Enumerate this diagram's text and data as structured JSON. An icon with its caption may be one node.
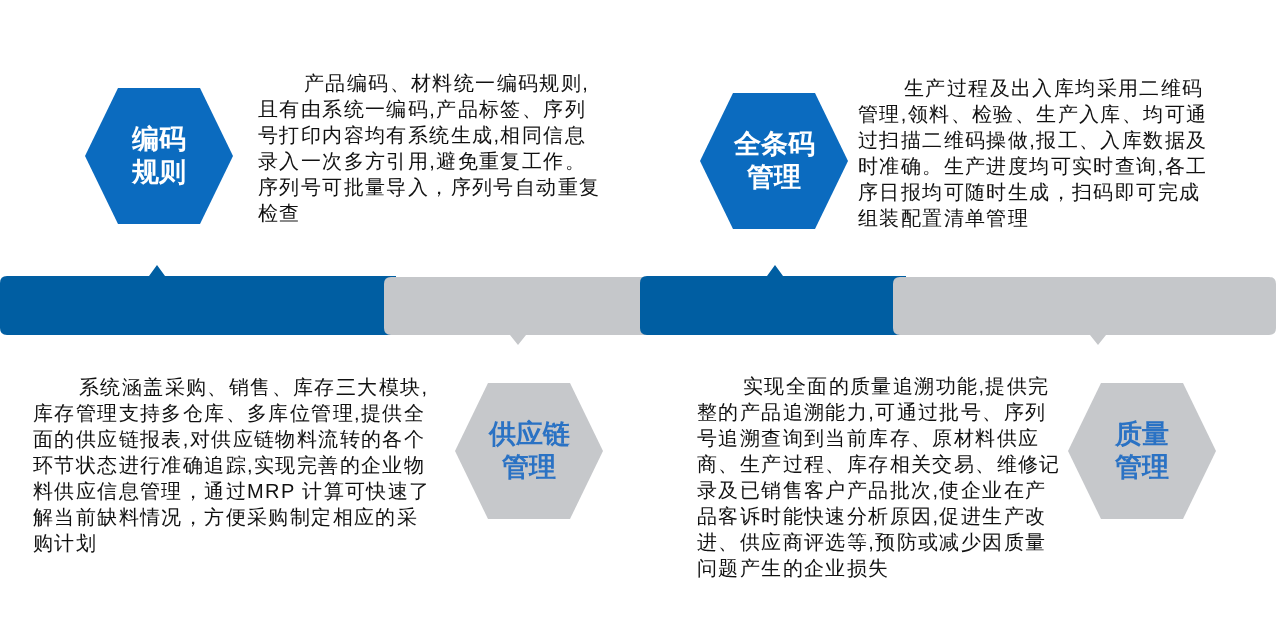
{
  "diagram": {
    "nodes": [
      {
        "text": [
          "编码规则"
        ],
        "beside": [
          "产品编码、材料统一编码规则,且有由系统一编码,产品标签、序列号打印内容均有系统生成,相同信息录入一次多方引用,避免重复工作。序列号可批量导入，序列号自动重复检查"
        ]
      },
      {
        "text": [
          "全条码管理"
        ],
        "beside": [
          "生产过程及出入库均采用二维码管理,领料、检验、生产入库、均可通过扫描二维码操做,报工、入库数据及时准确。生产进度均可实时查询,各工序日报均可随时生成，扫码即可完成组装配置清单管理"
        ]
      },
      {
        "text": [
          "供应链管理"
        ],
        "beside": [
          "系统涵盖采购、销售、库存三大模块,库存管理支持多仓库、多库位管理,提供全面的供应链报表,对供应链物料流转的各个环节状态进行准确追踪,实现完善的企业物料供应信息管理，通过MRP 计算可快速了解当前缺料情况，方便采购制定相应的采购计划"
        ]
      },
      {
        "text": [
          "质量管理"
        ],
        "beside": [
          "实现全面的质量追溯功能,提供完整的产品追溯能力,可通过批号、序列号追溯查询到当前库存、原材料供应商、生产过程、库存相关交易、维修记录及已销售客户产品批次,使企业在产品客诉时能快速分析原因,促进生产改进、供应商评选等,预防或减少因质量问题产生的企业损失"
        ]
      }
    ]
  }
}
